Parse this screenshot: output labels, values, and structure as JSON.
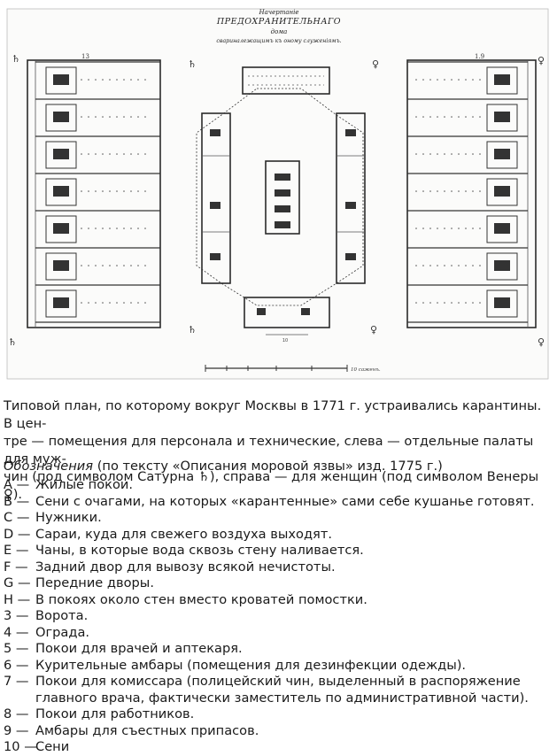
{
  "plan": {
    "title_line1": "Начертаніе",
    "title_line2": "ПРЕДОХРАНИТЕЛЬНАГО",
    "title_line3": "дома",
    "title_line4": "свариналежащимъ къ оному служеніямъ.",
    "block_left_number": "13",
    "block_right_number": "1.9",
    "scale_label": "10 саженъ."
  },
  "caption": {
    "line1": "Типовой план, по которому вокруг Москвы в 1771 г. устраивались карантины. В цен-",
    "line2": "тре — помещения для персонала и технические, слева — отдельные палаты для муж-",
    "line3_before": "чин (под символом Сатурна ",
    "saturn": "♄",
    "line3_middle": "), справа — для женщин (под символом Венеры ",
    "venus": "♀",
    "line3_after": ")."
  },
  "legend_intro": {
    "italic": "Обозначения",
    "rest": " (по тексту «Описания моровой язвы» изд. 1775 г.)"
  },
  "legend": [
    {
      "key": "А —",
      "text": "Жилые покои."
    },
    {
      "key": "В —",
      "text": "Сени с очагами, на которых «карантенные» сами себе кушанье готовят."
    },
    {
      "key": "С —",
      "text": "Нужники."
    },
    {
      "key": "D —",
      "text": "Сараи, куда для свежего воздуха выходят."
    },
    {
      "key": "Е —",
      "text": "Чаны, в которые вода сквозь стену наливается."
    },
    {
      "key": "F —",
      "text": "Задний двор для вывозу всякой нечистоты."
    },
    {
      "key": "G —",
      "text": "Передние дворы."
    },
    {
      "key": "Н —",
      "text": "В покоях около стен вместо кроватей помостки."
    },
    {
      "key": "3 —",
      "text": "Ворота."
    },
    {
      "key": "4 —",
      "text": "Ограда."
    },
    {
      "key": "5 —",
      "text": "Покои для врачей и аптекаря."
    },
    {
      "key": "6 —",
      "text": "Курительные амбары (помещения для дезинфекции одежды)."
    },
    {
      "key": "7 —",
      "text": "Покои для комиссара (полицейский чин, выделенный в распоряжение главного врача, фактически заместитель по административной части)."
    },
    {
      "key": "8 —",
      "text": "Покои для работников."
    },
    {
      "key": "9 —",
      "text": "Амбары для съестных припасов."
    },
    {
      "key": "10 —",
      "text": "Сени"
    }
  ]
}
